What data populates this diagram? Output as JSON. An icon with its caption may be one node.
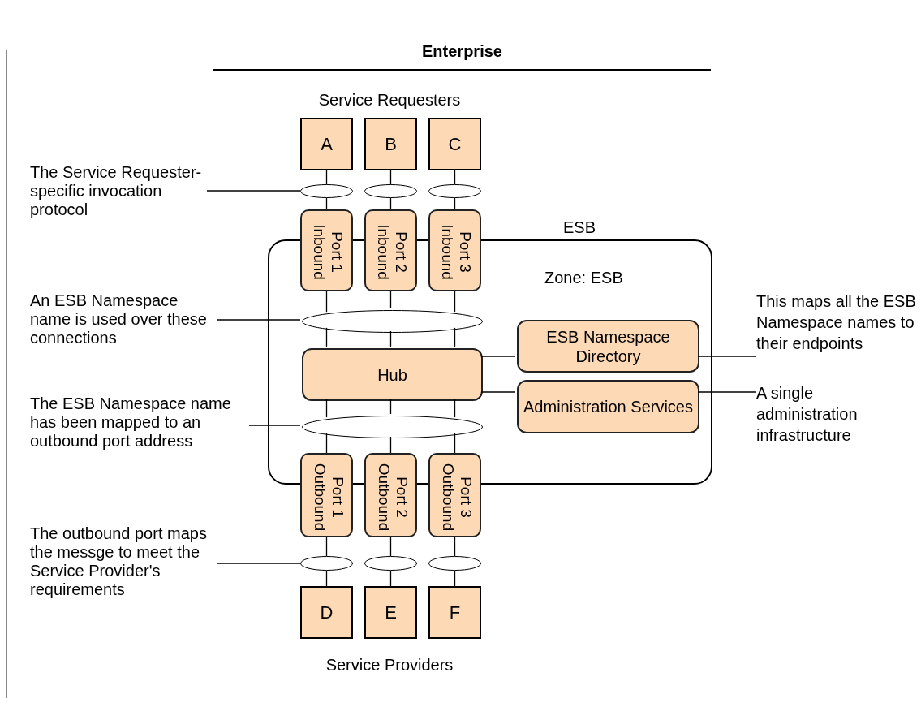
{
  "diagram": {
    "title": "Enterprise",
    "nodes": [
      {
        "text": [
          "A"
        ]
      },
      {
        "text": [
          "B"
        ]
      },
      {
        "text": [
          "C"
        ]
      },
      {
        "text": [],
        "shape": "ellipse"
      },
      {
        "text": [],
        "shape": "ellipse"
      },
      {
        "text": [],
        "shape": "ellipse"
      },
      {
        "text": [
          "Port 1 Inbound"
        ]
      },
      {
        "text": [
          "Port 2 Inbound"
        ]
      },
      {
        "text": [
          "Port 3 Inbound"
        ]
      },
      {
        "text": [
          "ESB",
          "Zone: ESB"
        ]
      },
      {
        "text": [],
        "shape": "ellipse",
        "in": 9
      },
      {
        "text": [
          "Hub"
        ],
        "in": 9
      },
      {
        "text": [
          "ESB Namespace Directory"
        ],
        "in": 9
      },
      {
        "text": [
          "Administration Services"
        ],
        "in": 9
      },
      {
        "text": [],
        "shape": "ellipse",
        "in": 9
      },
      {
        "text": [
          "Port 1 Outbound"
        ]
      },
      {
        "text": [
          "Port 2 Outbound"
        ]
      },
      {
        "text": [
          "Port 3 Outbound"
        ]
      },
      {
        "text": [],
        "shape": "ellipse"
      },
      {
        "text": [],
        "shape": "ellipse"
      },
      {
        "text": [],
        "shape": "ellipse"
      },
      {
        "text": [
          "D"
        ]
      },
      {
        "text": [
          "E"
        ]
      },
      {
        "text": [
          "F"
        ]
      },
      {
        "text": [
          "The Service Requester-specific invocation protocol"
        ]
      },
      {
        "text": [
          "An ESB Namespace name is used over these connections"
        ]
      },
      {
        "text": [
          "This maps all the ESB Namespace names to their endpoints"
        ]
      },
      {
        "text": [
          "The ESB Namespace name has been mapped to an outbound port address"
        ]
      },
      {
        "text": [
          "A single administration infrastructure"
        ]
      },
      {
        "text": [
          "The outbound port maps the messge to meet the Service Provider's requirements"
        ]
      }
    ],
    "edges": [
      {
        "from": 0,
        "to": 3,
        "arrow": "none"
      },
      {
        "from": 1,
        "to": 4,
        "arrow": "none"
      },
      {
        "from": 2,
        "to": 5,
        "arrow": "none"
      },
      {
        "from": 3,
        "to": 6,
        "arrow": "none"
      },
      {
        "from": 4,
        "to": 7,
        "arrow": "none"
      },
      {
        "from": 5,
        "to": 8,
        "arrow": "none"
      },
      {
        "from": 6,
        "to": 10,
        "arrow": "none"
      },
      {
        "from": 7,
        "to": 10,
        "arrow": "none"
      },
      {
        "from": 8,
        "to": 10,
        "arrow": "none"
      },
      {
        "from": 10,
        "to": 11,
        "arrow": "none"
      },
      {
        "from": 10,
        "to": 11,
        "arrow": "none"
      },
      {
        "from": 10,
        "to": 11,
        "arrow": "none"
      },
      {
        "from": 11,
        "to": 14,
        "arrow": "none"
      },
      {
        "from": 11,
        "to": 14,
        "arrow": "none"
      },
      {
        "from": 11,
        "to": 14,
        "arrow": "none"
      },
      {
        "from": 14,
        "to": 15,
        "arrow": "none"
      },
      {
        "from": 14,
        "to": 16,
        "arrow": "none"
      },
      {
        "from": 14,
        "to": 17,
        "arrow": "none"
      },
      {
        "from": 15,
        "to": 18,
        "arrow": "none"
      },
      {
        "from": 16,
        "to": 19,
        "arrow": "none"
      },
      {
        "from": 17,
        "to": 20,
        "arrow": "none"
      },
      {
        "from": 18,
        "to": 21,
        "arrow": "none"
      },
      {
        "from": 19,
        "to": 22,
        "arrow": "none"
      },
      {
        "from": 20,
        "to": 23,
        "arrow": "none"
      },
      {
        "from": 11,
        "to": 12,
        "arrow": "none"
      },
      {
        "from": 11,
        "to": 13,
        "arrow": "none"
      },
      {
        "from": 24,
        "to": 3,
        "arrow": "none"
      },
      {
        "from": 25,
        "to": 10,
        "arrow": "none"
      },
      {
        "from": 12,
        "to": 26,
        "arrow": "none"
      },
      {
        "from": 27,
        "to": 14,
        "arrow": "none"
      },
      {
        "from": 13,
        "to": 28,
        "arrow": "none"
      },
      {
        "from": 29,
        "to": 18,
        "arrow": "none"
      }
    ],
    "labels": [
      "Service Requesters",
      "Service Providers"
    ]
  }
}
